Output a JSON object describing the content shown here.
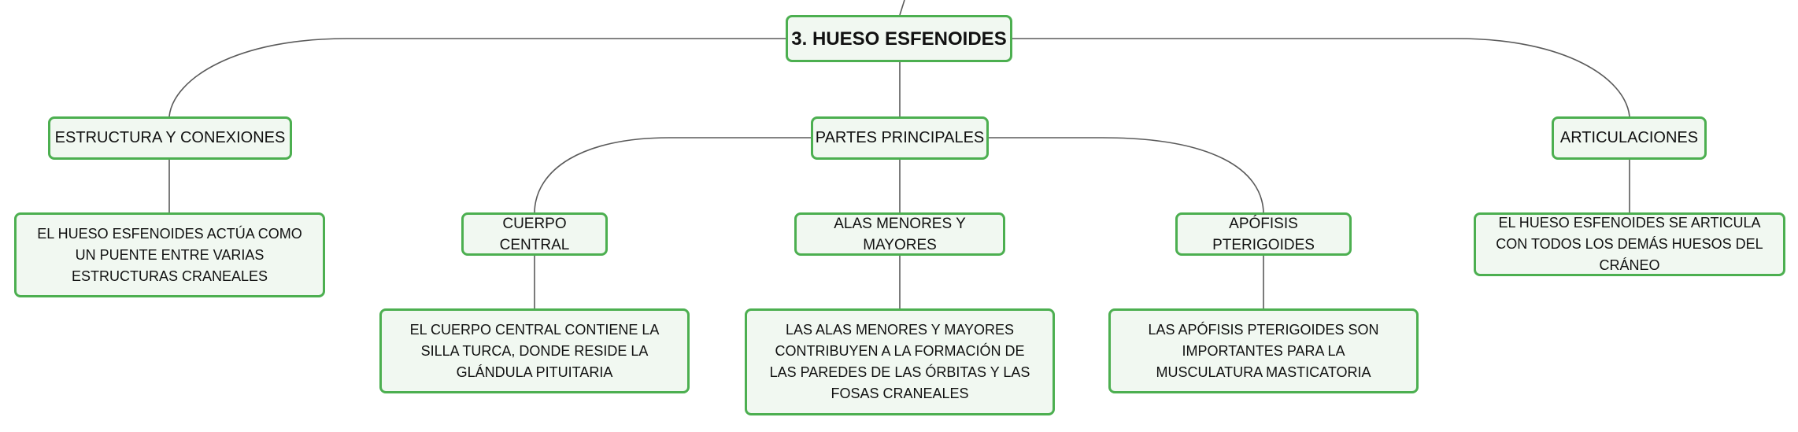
{
  "root": {
    "title": "3. HUESO ESFENOIDES"
  },
  "branches": {
    "structure": {
      "label": "ESTRUCTURA Y CONEXIONES",
      "description": "EL HUESO ESFENOIDES ACTÚA COMO UN PUENTE ENTRE VARIAS ESTRUCTURAS CRANEALES"
    },
    "parts": {
      "label": "PARTES PRINCIPALES",
      "children": [
        {
          "label": "CUERPO CENTRAL",
          "description": "EL CUERPO CENTRAL CONTIENE LA SILLA TURCA, DONDE RESIDE LA GLÁNDULA PITUITARIA"
        },
        {
          "label": "ALAS MENORES Y MAYORES",
          "description": "LAS ALAS MENORES Y MAYORES CONTRIBUYEN A LA FORMACIÓN DE LAS PAREDES DE LAS ÓRBITAS Y LAS FOSAS CRANEALES"
        },
        {
          "label": "APÓFISIS PTERIGOIDES",
          "description": "LAS APÓFISIS PTERIGOIDES SON IMPORTANTES PARA LA MUSCULATURA MASTICATORIA"
        }
      ]
    },
    "articulations": {
      "label": "ARTICULACIONES",
      "description": "EL HUESO ESFENOIDES SE ARTICULA CON TODOS LOS DEMÁS HUESOS DEL CRÁNEO"
    }
  },
  "colors": {
    "node_border": "#4caf50",
    "node_fill": "#f1f8f1",
    "connector": "#5a5a5a",
    "text": "#111111"
  }
}
